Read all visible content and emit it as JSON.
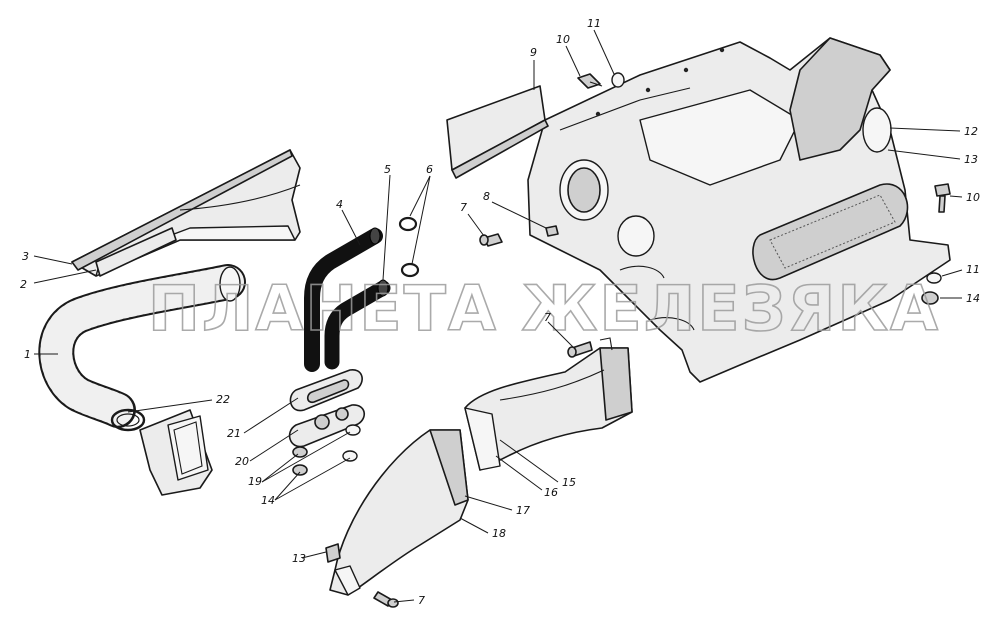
{
  "watermark": "ПЛАНЕТА ЖЕЛЕЗЯКА",
  "callouts": [
    {
      "id": "c1",
      "label": "1"
    },
    {
      "id": "c2",
      "label": "2"
    },
    {
      "id": "c3",
      "label": "3"
    },
    {
      "id": "c4",
      "label": "4"
    },
    {
      "id": "c5",
      "label": "5"
    },
    {
      "id": "c6",
      "label": "6"
    },
    {
      "id": "c7a",
      "label": "7"
    },
    {
      "id": "c7b",
      "label": "7"
    },
    {
      "id": "c7c",
      "label": "7"
    },
    {
      "id": "c8",
      "label": "8"
    },
    {
      "id": "c9",
      "label": "9"
    },
    {
      "id": "c10a",
      "label": "10"
    },
    {
      "id": "c10b",
      "label": "10"
    },
    {
      "id": "c11a",
      "label": "11"
    },
    {
      "id": "c11b",
      "label": "11"
    },
    {
      "id": "c12",
      "label": "12"
    },
    {
      "id": "c13a",
      "label": "13"
    },
    {
      "id": "c13b",
      "label": "13"
    },
    {
      "id": "c14a",
      "label": "14"
    },
    {
      "id": "c14b",
      "label": "14"
    },
    {
      "id": "c15",
      "label": "15"
    },
    {
      "id": "c16",
      "label": "16"
    },
    {
      "id": "c17",
      "label": "17"
    },
    {
      "id": "c18",
      "label": "18"
    },
    {
      "id": "c19",
      "label": "19"
    },
    {
      "id": "c20",
      "label": "20"
    },
    {
      "id": "c21",
      "label": "21"
    },
    {
      "id": "c22",
      "label": "22"
    }
  ]
}
